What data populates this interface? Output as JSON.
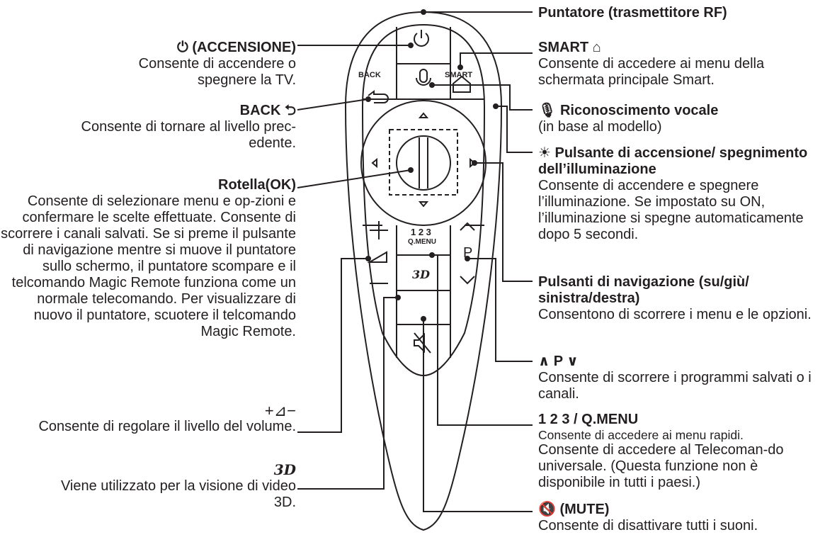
{
  "left": [
    {
      "id": "power",
      "title": "⏻ (ACCENSIONE)",
      "desc": "Consente di accendere o spegnere la TV."
    },
    {
      "id": "back",
      "title": "BACK ⮌",
      "desc": "Consente di tornare al livello prec-edente."
    },
    {
      "id": "wheel",
      "title": "Rotella(OK)",
      "desc": "Consente di selezionare menu e op-zioni e confermare le scelte effettuate. Consente di scorrere i canali salvati. Se si preme il pulsante di navigazione mentre si muove il puntatore sullo schermo, il puntatore scompare e il telcomando Magic Remote funziona come un normale telecomando. Per visualizzare di nuovo il puntatore, scuotere il telcomando Magic Remote."
    },
    {
      "id": "volume",
      "title": "+⊿−",
      "desc": "Consente di regolare il livello del volume."
    },
    {
      "id": "threed",
      "title": "3D",
      "desc": "Viene utilizzato per la visione di video 3D."
    }
  ],
  "right": [
    {
      "id": "pointer",
      "title": "Puntatore (trasmettitore RF)",
      "desc": ""
    },
    {
      "id": "smart",
      "title": "SMART ⌂",
      "desc": "Consente di accedere ai menu della schermata principale Smart."
    },
    {
      "id": "voice",
      "title": "🎙 Riconoscimento vocale",
      "desc": "(in base al modello)"
    },
    {
      "id": "light",
      "title": "☀ Pulsante di accensione/ spegnimento dell’illuminazione",
      "desc": "Consente di accendere e spegnere l’illuminazione. Se impostato su ON, l’illuminazione si spegne automaticamente dopo 5 secondi."
    },
    {
      "id": "nav",
      "title": "Pulsanti di navigazione (su/giù/ sinistra/destra)",
      "desc": "Consentono di scorrere i menu e le opzioni."
    },
    {
      "id": "prog",
      "title": "∧ P ∨",
      "desc": "Consente di scorrere i programmi salvati o i canali."
    },
    {
      "id": "qmenu",
      "title": "1 2 3 / Q.MENU",
      "desc1": "Consente di accedere ai menu rapidi.",
      "desc": "Consente di accedere al Telecoman-do universale. (Questa funzione non è disponibile in tutti i paesi.)"
    },
    {
      "id": "mute",
      "title": "🔇 (MUTE)",
      "desc": "Consente di disattivare tutti i suoni."
    }
  ],
  "remote": {
    "back_label": "BACK",
    "smart_label": "SMART",
    "num_label": "1 2 3",
    "qmenu_label": "Q.MENU",
    "p_label": "P",
    "threed_label": "3D"
  }
}
